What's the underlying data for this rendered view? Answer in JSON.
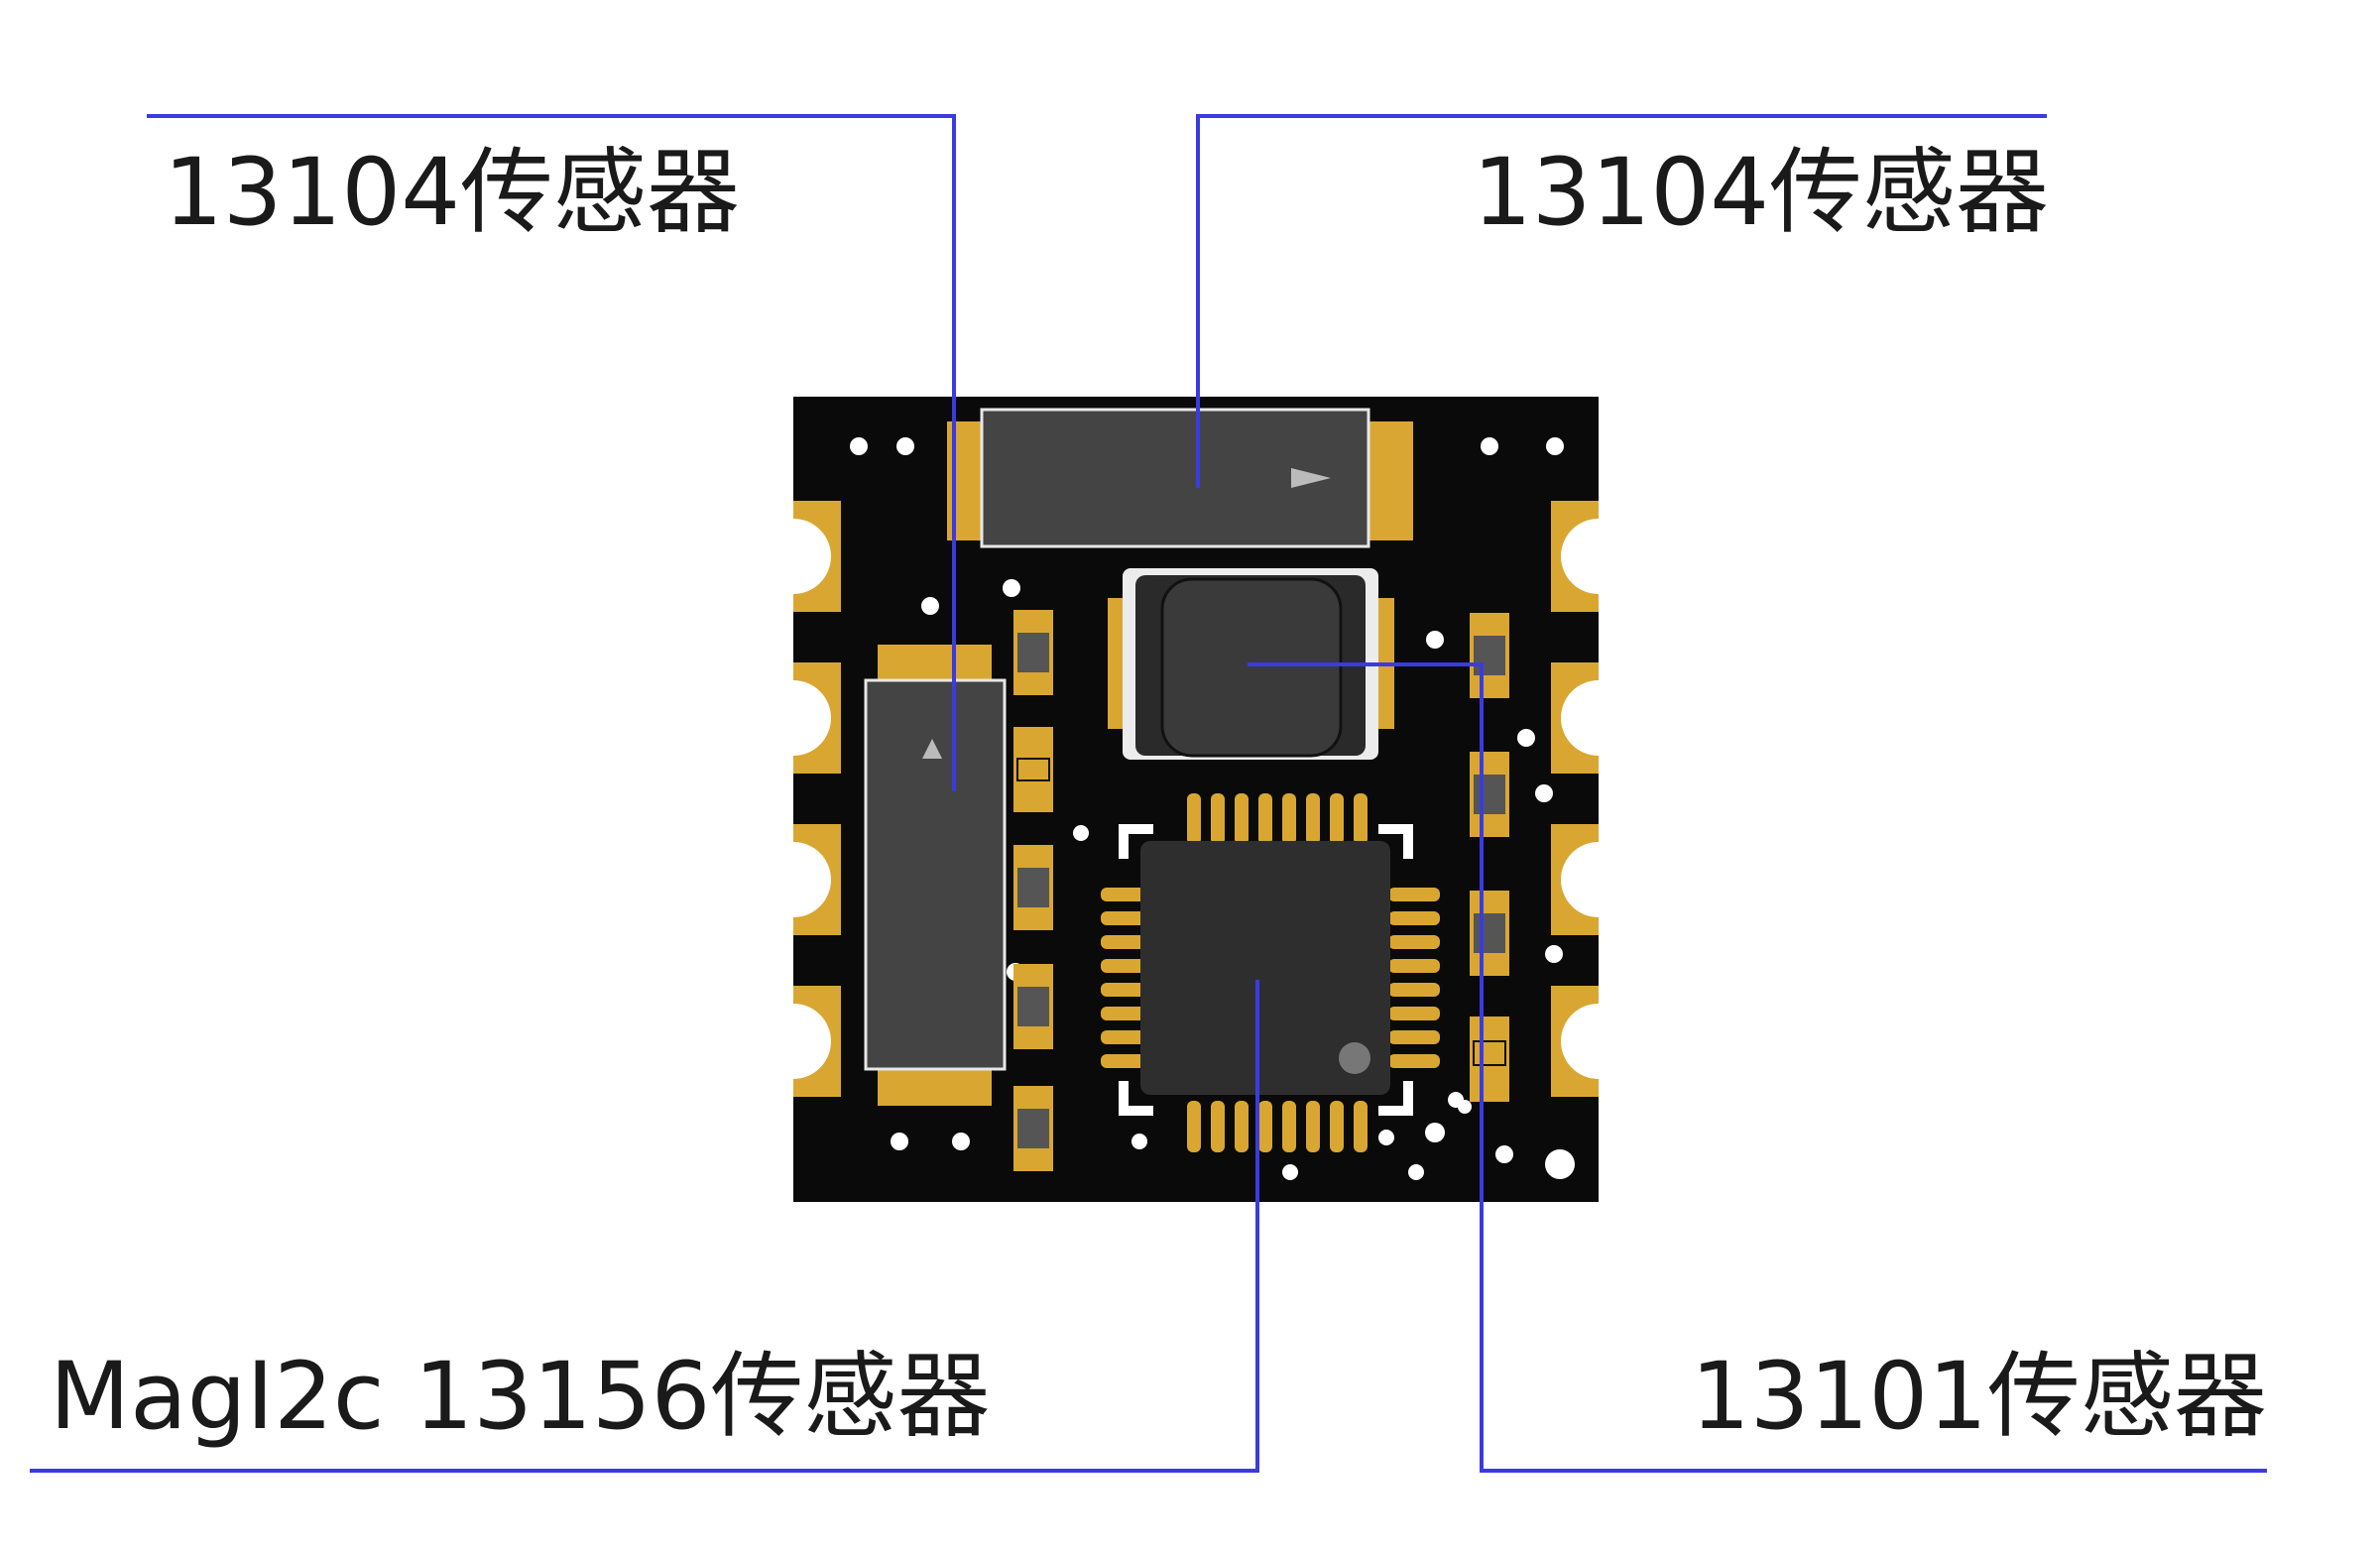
{
  "callouts": {
    "top_left": {
      "label": "13104传感器"
    },
    "top_right": {
      "label": "13104传感器"
    },
    "bottom_left": {
      "label": "MagI2c 13156传感器"
    },
    "bottom_right": {
      "label": "13101传感器"
    }
  },
  "colors": {
    "leader_line": "#3b3be0",
    "pcb": "#0a0a0a",
    "pad_gold": "#d9a731",
    "component_dark": "#444444",
    "via_white": "#ffffff"
  }
}
